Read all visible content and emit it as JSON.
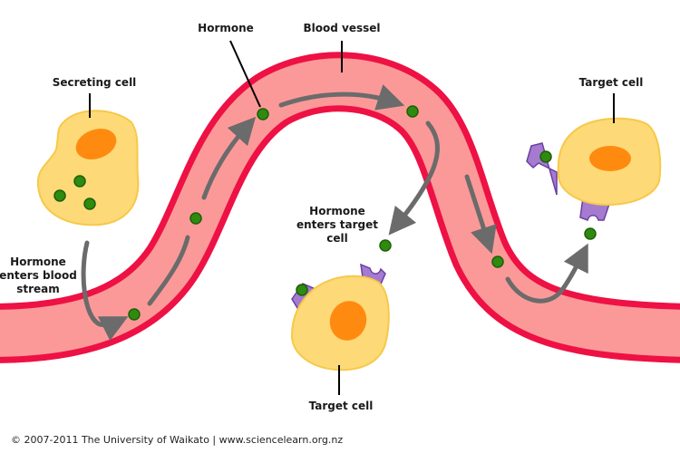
{
  "labels": {
    "secreting_cell": "Secreting cell",
    "hormone": "Hormone",
    "blood_vessel": "Blood vessel",
    "target_cell_right": "Target cell",
    "target_cell_bottom": "Target cell",
    "enters_blood": [
      "Hormone",
      "enters blood",
      "stream"
    ],
    "enters_target": [
      "Hormone",
      "enters target",
      "cell"
    ]
  },
  "footer": {
    "copyright": "© 2007-2011 The University of Waikato | www.sciencelearn.org.nz"
  },
  "colors": {
    "vessel_wall": "#ee1144",
    "vessel_fill": "#fb9999",
    "cell_fill": "#fdd978",
    "cell_stroke": "#f6c948",
    "nucleus": "#ff8a10",
    "hormone_fill": "#2e8b0f",
    "hormone_stroke": "#1d5e08",
    "receptor_fill": "#a57bd0",
    "receptor_stroke": "#6b3fa0",
    "arrow": "#6b6b6b"
  }
}
